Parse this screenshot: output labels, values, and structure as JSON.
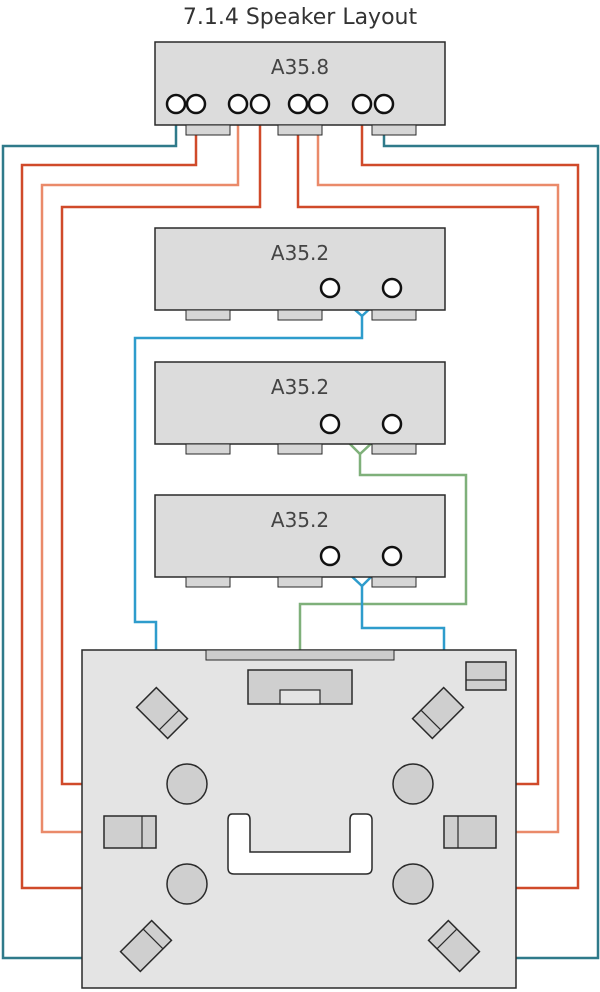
{
  "title": "7.1.4 Speaker Layout",
  "amplifiers": [
    {
      "label": "A35.8"
    },
    {
      "label": "A35.2"
    },
    {
      "label": "A35.2"
    },
    {
      "label": "A35.2"
    }
  ],
  "colors": {
    "background": "#ffffff",
    "amp_fill": "#dcdcdc",
    "room_fill": "#e4e4e4",
    "outline": "#2a2a2a",
    "speaker_fill": "#cfcfcf",
    "wire_blue": "#2e9ccc",
    "wire_teal": "#2f7a8a",
    "wire_red": "#d04a2a",
    "wire_salmon": "#ea8a6a",
    "wire_green": "#7fb07a"
  }
}
